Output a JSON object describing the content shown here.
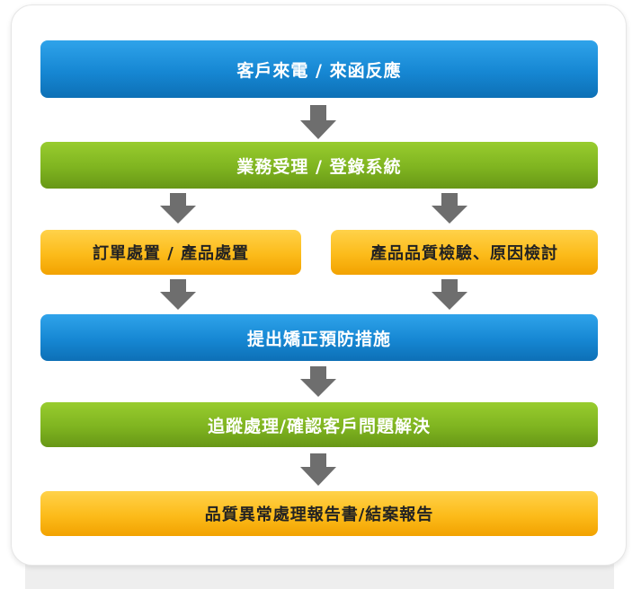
{
  "flow": {
    "step1": "客戶來電 / 來函反應",
    "step2": "業務受理 / 登錄系統",
    "step3_left": "訂單處置 / 產品處置",
    "step3_right": "產品品質檢驗、原因檢討",
    "step4": "提出矯正預防措施",
    "step5": "追蹤處理/確認客戶問題解決",
    "step6": "品質異常處理報告書/結案報告"
  },
  "colors": {
    "blue": "#1687d3",
    "green": "#7fb420",
    "yellow": "#fcbb1a",
    "arrow": "#6e6e6e"
  },
  "icons": {
    "connector": "down-arrow-icon"
  }
}
